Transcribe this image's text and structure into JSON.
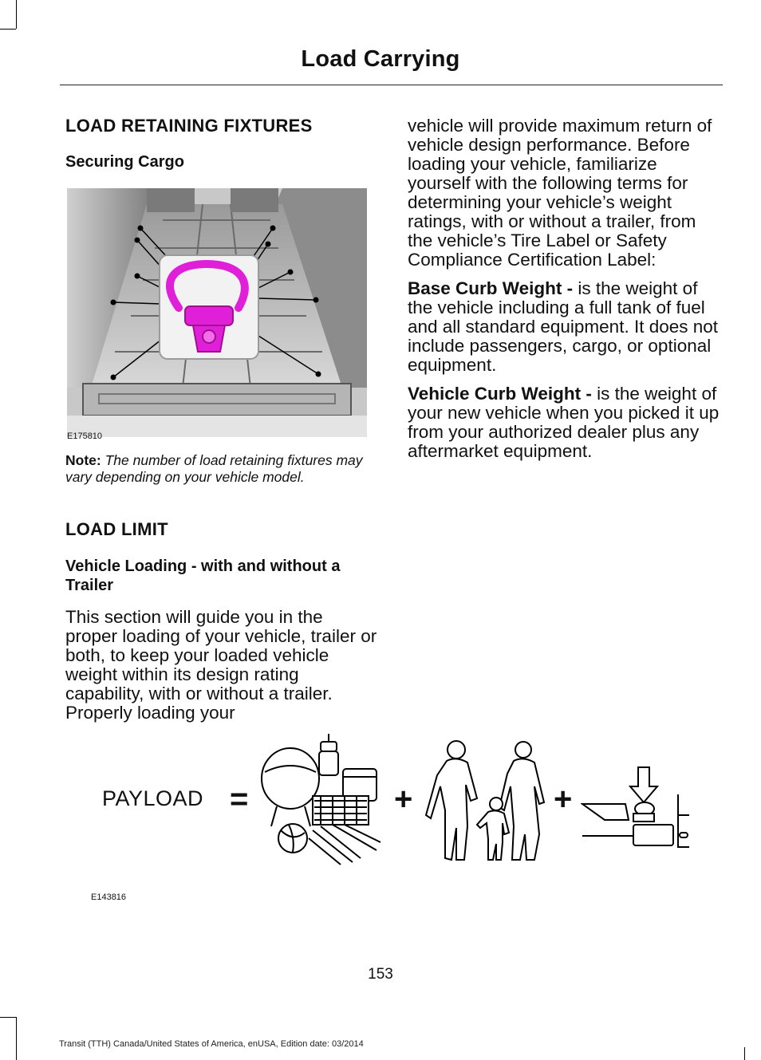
{
  "header": {
    "title": "Load Carrying"
  },
  "left": {
    "section1_title": "LOAD RETAINING FIXTURES",
    "section1_sub": "Securing Cargo",
    "figure1_code": "E175810",
    "note_label": "Note:",
    "note_text": "The number of load retaining fixtures may vary depending on your vehicle model.",
    "section2_title": "LOAD LIMIT",
    "section2_sub": "Vehicle Loading - with and without a Trailer",
    "paragraph": "This section will guide you in the proper loading of your vehicle, trailer or both, to keep your loaded vehicle weight within its design rating capability, with or without a trailer. Properly loading your"
  },
  "right": {
    "paragraph_cont": "vehicle will provide maximum return of vehicle design performance. Before loading your vehicle, familiarize yourself with the following terms for determining your vehicle’s weight ratings, with or without a trailer, from the vehicle’s Tire Label or Safety Compliance Certification Label:",
    "term1_label": "Base Curb Weight -",
    "term1_text": " is the weight of the vehicle including a full tank of fuel and all standard equipment. It does not include passengers, cargo, or optional equipment.",
    "term2_label": "Vehicle Curb Weight -",
    "term2_text": " is the weight of your new vehicle when you picked it up from your authorized dealer plus any aftermarket equipment."
  },
  "payload": {
    "label": "PAYLOAD",
    "equals": "=",
    "plus1": "+",
    "plus2": "+",
    "figure_code": "E143816"
  },
  "page_number": "153",
  "footer": "Transit (TTH) Canada/United States of America, enUSA, Edition date: 03/2014",
  "colors": {
    "fixture_accent": "#e020d8"
  }
}
